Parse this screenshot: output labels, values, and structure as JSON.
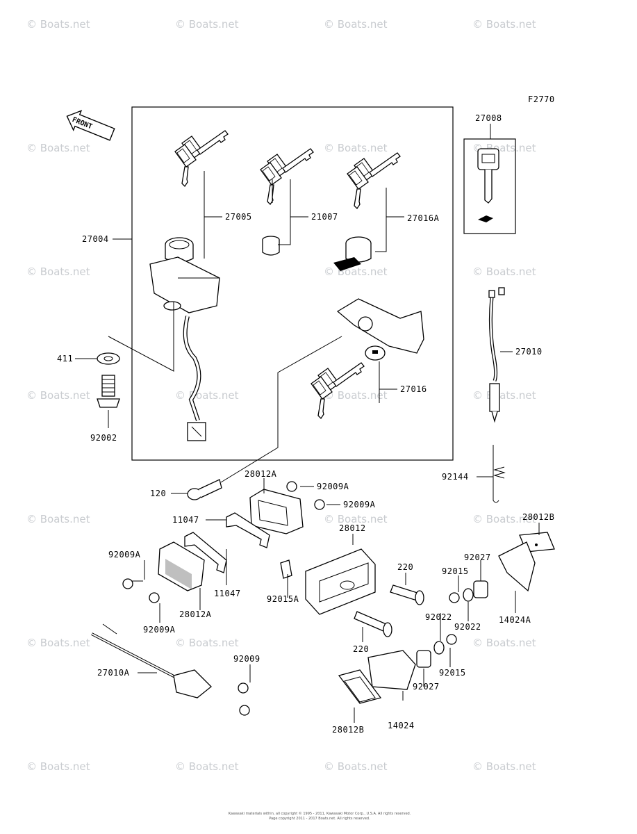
{
  "figure_code": "F2770",
  "front_label": "FRONT",
  "watermark": "© Boats.net",
  "footer": [
    "Kawasaki materials within, all copyright © 1995 - 2011, Kawasaki Motor Corp., U.S.A. All rights reserved.",
    "Page copyright 2011 - 2017 Boats.net. All rights reserved."
  ],
  "part_labels": [
    "27004",
    "27005",
    "21007",
    "27016A",
    "27008",
    "411",
    "92002",
    "27016",
    "27010",
    "120",
    "28012A",
    "92009A",
    "92009A",
    "11047",
    "28012",
    "92144",
    "28012B",
    "92009A",
    "11047",
    "92027",
    "92015",
    "220",
    "92015A",
    "14024A",
    "28012A",
    "92009A",
    "92022",
    "92022",
    "220",
    "92009",
    "27010A",
    "92015",
    "92027",
    "14024",
    "28012B"
  ]
}
